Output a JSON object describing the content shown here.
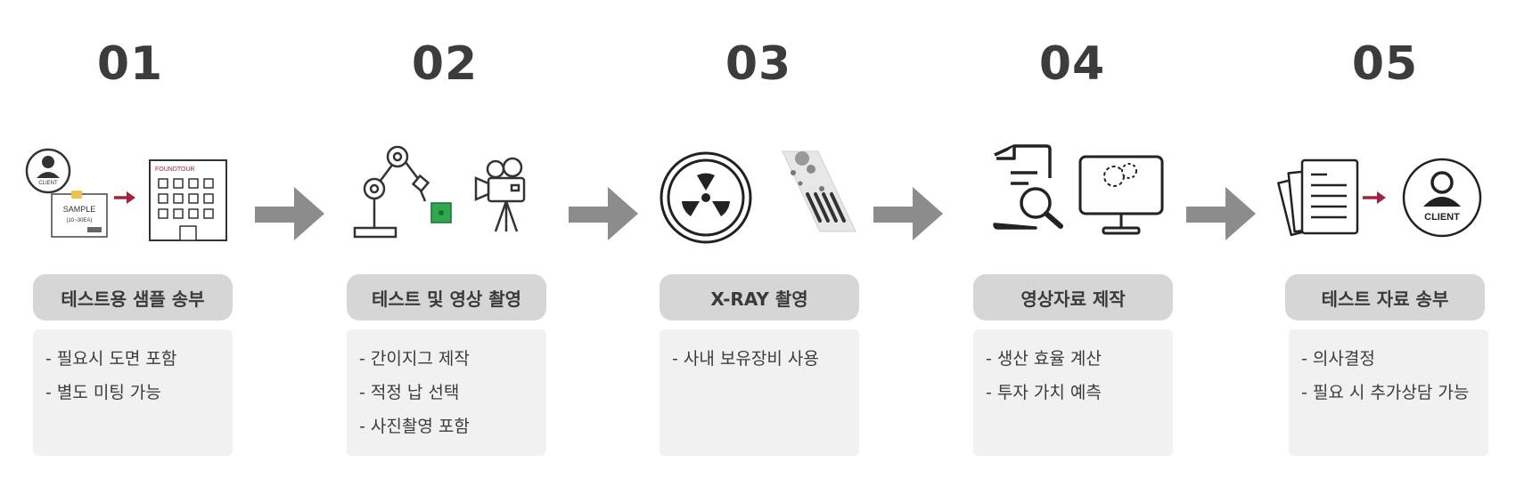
{
  "steps": [
    {
      "number": "01",
      "title": "테스트용 샘플 송부",
      "items": [
        "필요시 도면 포함",
        "별도 미팅 가능"
      ],
      "icon_text": {
        "client": "CLIENT",
        "sample": "SAMPLE",
        "sample_qty": "(10~30EA)",
        "brand": "FOUNDTOUR"
      }
    },
    {
      "number": "02",
      "title": "테스트 및 영상 촬영",
      "items": [
        "간이지그 제작",
        "적정 납 선택",
        "사진촬영 포함"
      ]
    },
    {
      "number": "03",
      "title": "X-RAY 촬영",
      "items": [
        "사내 보유장비 사용"
      ]
    },
    {
      "number": "04",
      "title": "영상자료 제작",
      "items": [
        "생산 효율 계산",
        "투자 가치 예측"
      ]
    },
    {
      "number": "05",
      "title": "테스트 자료 송부",
      "items": [
        "의사결정",
        "필요 시 추가상담 가능"
      ],
      "icon_text": {
        "client": "CLIENT"
      }
    }
  ],
  "colors": {
    "accent_red": "#a3223f",
    "arrow_gray": "#8c8c8c",
    "label_bg": "#d6d6d6",
    "desc_bg": "#f1f1f1",
    "chip_green": "#2fa84f"
  }
}
